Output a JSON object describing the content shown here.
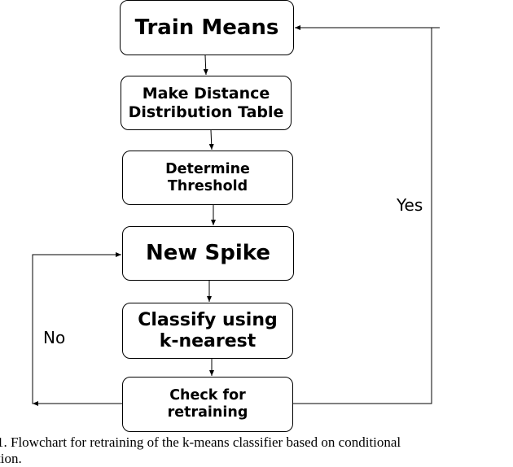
{
  "nodes": {
    "train_means": "Train Means",
    "make_table": "Make Distance\nDistribution Table",
    "determine_threshold": "Determine\nThreshold",
    "new_spike": "New Spike",
    "classify": "Classify using\nk-nearest",
    "check_retraining": "Check for\nretraining"
  },
  "edges": {
    "yes_label": "Yes",
    "no_label": "No"
  },
  "caption": {
    "line1": "1.  Flowchart for retraining of the k-means classifier based on conditional",
    "line2": "tion."
  }
}
